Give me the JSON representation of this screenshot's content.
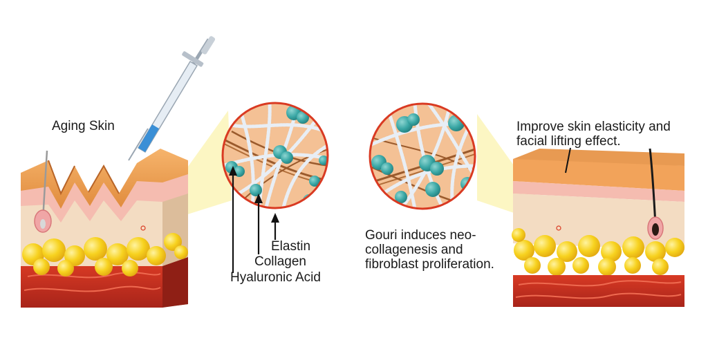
{
  "labels": {
    "aging_skin": "Aging Skin",
    "improve": "Improve skin elasticity and facial lifting effect.",
    "elastin": "Elastin",
    "collagen": "Collagen",
    "hyaluronic_acid": "Hyaluronic Acid",
    "gouri": "Gouri induces neo-collagenesis and fibroblast proliferation."
  },
  "colors": {
    "skin_top": "#f2a35a",
    "dermis": "#f3dcc2",
    "epidermis_pink": "#f5bcb0",
    "fat_yellow": "#f7cf1e",
    "muscle_red": "#c8301f",
    "circle_border": "#d93a22",
    "collagen_fiber": "#9a5a2c",
    "elastin_fiber": "#e8eef5",
    "hyaluronic": "#3aa7a5",
    "highlight_cone": "#fbf5b8"
  },
  "icons": [
    "syringe-icon",
    "hair-follicle-icon"
  ]
}
